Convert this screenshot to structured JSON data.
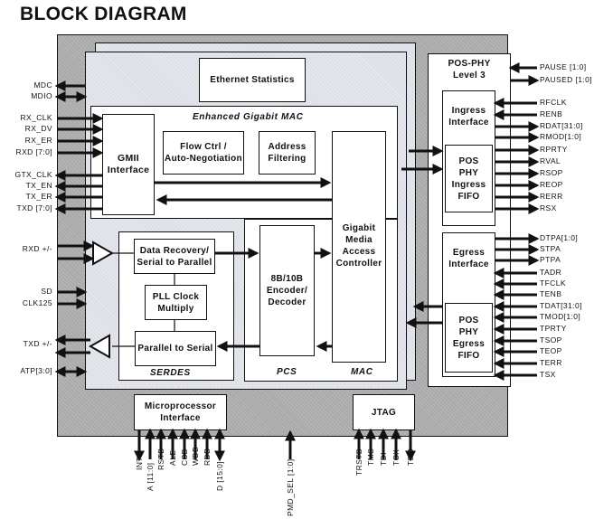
{
  "title": "BLOCK DIAGRAM",
  "blocks": {
    "ethernet_statistics": "Ethernet Statistics",
    "enhanced_mac_caption": "Enhanced Gigabit MAC",
    "gmii": "GMII\nInterface",
    "flow_ctrl": "Flow Ctrl /\nAuto-Negotiation",
    "address_filtering": "Address\nFiltering",
    "gmac": "Gigabit\nMedia\nAccess\nController",
    "data_recovery": "Data Recovery/\nSerial to Parallel",
    "pll": "PLL Clock\nMultiply",
    "par_to_ser": "Parallel to Serial",
    "serdes_caption": "SERDES",
    "encoder": "8B/10B\nEncoder/\nDecoder",
    "pcs_caption": "PCS",
    "mac_caption": "MAC",
    "posphy_title": "POS-PHY\nLevel 3",
    "ingress_interface": "Ingress\nInterface",
    "ingress_fifo": "POS\nPHY\nIngress\nFIFO",
    "egress_interface": "Egress\nInterface",
    "egress_fifo": "POS\nPHY\nEgress\nFIFO",
    "microprocessor": "Microprocessor\nInterface",
    "jtag": "JTAG"
  },
  "left_pins": [
    {
      "label": "MDC",
      "dir": "out"
    },
    {
      "label": "MDIO",
      "dir": "bidir"
    },
    {
      "label": "RX_CLK",
      "dir": "in"
    },
    {
      "label": "RX_DV",
      "dir": "in"
    },
    {
      "label": "RX_ER",
      "dir": "in"
    },
    {
      "label": "RXD [7:0]",
      "dir": "in"
    },
    {
      "label": "GTX_CLK",
      "dir": "out"
    },
    {
      "label": "TX_EN",
      "dir": "out"
    },
    {
      "label": "TX_ER",
      "dir": "out"
    },
    {
      "label": "TXD [7:0]",
      "dir": "out"
    },
    {
      "label": "RXD +/-",
      "dir": "in"
    },
    {
      "label": "SD",
      "dir": "in"
    },
    {
      "label": "CLK125",
      "dir": "in"
    },
    {
      "label": "TXD +/-",
      "dir": "out"
    },
    {
      "label": "ATP[3:0]",
      "dir": "bidir"
    }
  ],
  "right_pins": [
    {
      "label": "PAUSE [1:0]",
      "dir": "in"
    },
    {
      "label": "PAUSED [1:0]",
      "dir": "out"
    },
    {
      "label": "RFCLK",
      "dir": "in"
    },
    {
      "label": "RENB",
      "dir": "in"
    },
    {
      "label": "RDAT[31:0]",
      "dir": "out"
    },
    {
      "label": "RMOD[1:0]",
      "dir": "out"
    },
    {
      "label": "RPRTY",
      "dir": "out"
    },
    {
      "label": "RVAL",
      "dir": "out"
    },
    {
      "label": "RSOP",
      "dir": "out"
    },
    {
      "label": "REOP",
      "dir": "out"
    },
    {
      "label": "RERR",
      "dir": "out"
    },
    {
      "label": "RSX",
      "dir": "out"
    },
    {
      "label": "DTPA[1:0]",
      "dir": "out"
    },
    {
      "label": "STPA",
      "dir": "out"
    },
    {
      "label": "PTPA",
      "dir": "out"
    },
    {
      "label": "TADR",
      "dir": "in"
    },
    {
      "label": "TFCLK",
      "dir": "in"
    },
    {
      "label": "TENB",
      "dir": "in"
    },
    {
      "label": "TDAT[31:0]",
      "dir": "in"
    },
    {
      "label": "TMOD[1:0]",
      "dir": "in"
    },
    {
      "label": "TPRTY",
      "dir": "in"
    },
    {
      "label": "TSOP",
      "dir": "in"
    },
    {
      "label": "TEOP",
      "dir": "in"
    },
    {
      "label": "TERR",
      "dir": "in"
    },
    {
      "label": "TSX",
      "dir": "in"
    }
  ],
  "bottom_pins": [
    {
      "label": "INTB",
      "dir": "out"
    },
    {
      "label": "A [11:0]",
      "dir": "in"
    },
    {
      "label": "RSTB",
      "dir": "in"
    },
    {
      "label": "ALE",
      "dir": "in"
    },
    {
      "label": "CSB",
      "dir": "in"
    },
    {
      "label": "WDB",
      "dir": "in"
    },
    {
      "label": "RDB",
      "dir": "in"
    },
    {
      "label": "D [15:0]",
      "dir": "bidir"
    },
    {
      "label": "PMD_SEL [1:0]",
      "dir": "in"
    },
    {
      "label": "TRSTB",
      "dir": "in"
    },
    {
      "label": "TMS",
      "dir": "in"
    },
    {
      "label": "TDI",
      "dir": "in"
    },
    {
      "label": "TCK",
      "dir": "in"
    },
    {
      "label": "TDO",
      "dir": "out"
    }
  ]
}
